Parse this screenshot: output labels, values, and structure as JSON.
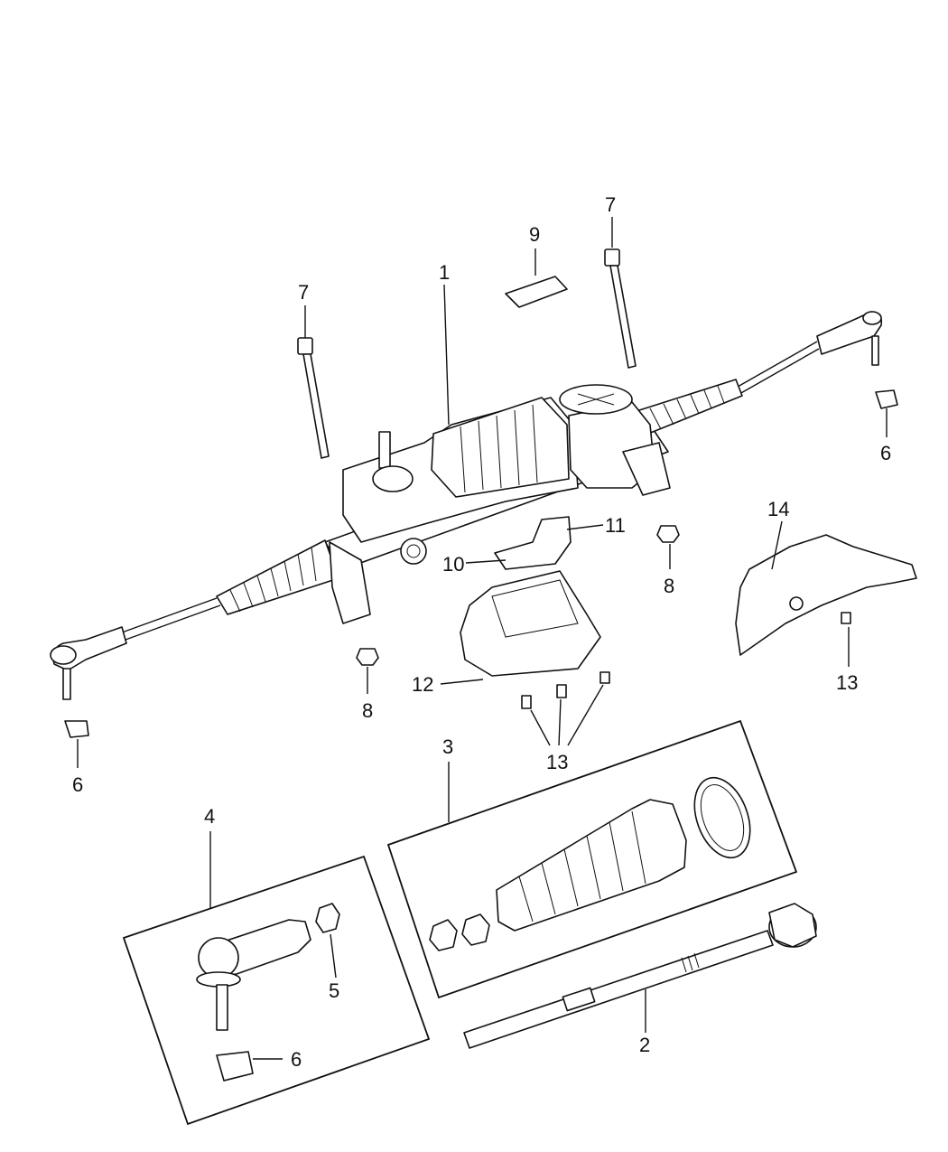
{
  "callouts": {
    "c1": "1",
    "c2": "2",
    "c3": "3",
    "c4": "4",
    "c5": "5",
    "c6a": "6",
    "c6b": "6",
    "c6c": "6",
    "c7a": "7",
    "c7b": "7",
    "c8a": "8",
    "c8b": "8",
    "c9": "9",
    "c10": "10",
    "c11": "11",
    "c12": "12",
    "c13a": "13",
    "c13b": "13",
    "c14": "14"
  }
}
